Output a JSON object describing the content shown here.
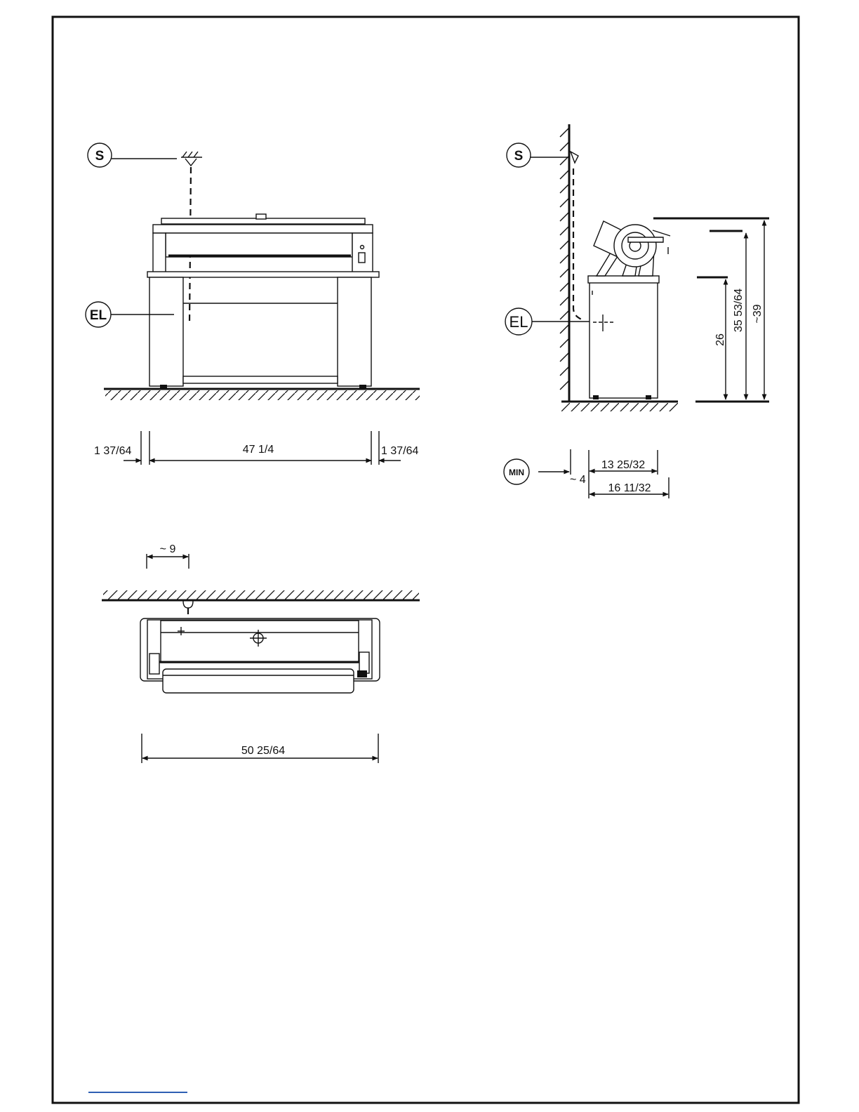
{
  "callouts": {
    "supply": "S",
    "electric": "EL",
    "minimum": "MIN"
  },
  "front_view": {
    "dim_left": "1 37/64",
    "dim_center": "47  1/4",
    "dim_right": "1  37/64"
  },
  "side_view": {
    "height_a": "26",
    "height_b": "35  53/64",
    "height_c": "~39",
    "wall_clearance": "~ 4",
    "depth_a": "13  25/32",
    "depth_b": "16  11/32"
  },
  "top_view": {
    "offset": "~ 9",
    "width": "50  25/64"
  }
}
